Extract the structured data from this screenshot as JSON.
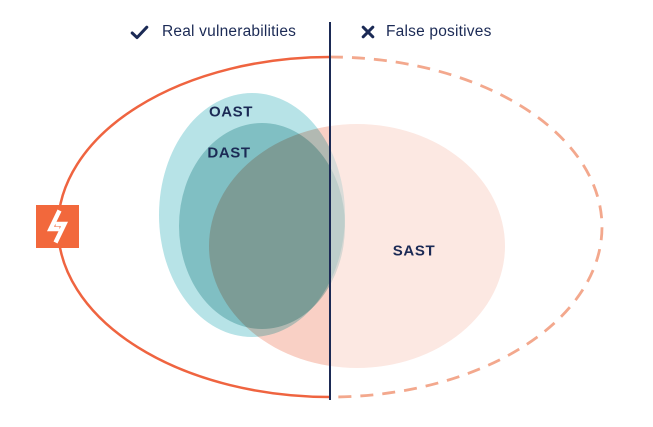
{
  "header": {
    "left": {
      "icon": "check-icon",
      "label": "Real vulnerabilities"
    },
    "right": {
      "icon": "x-icon",
      "label": "False positives"
    }
  },
  "venn": {
    "oast": {
      "label": "OAST",
      "fill": "#b7e3e7"
    },
    "dast": {
      "label": "DAST",
      "fill": "#b2d7d7"
    },
    "sast": {
      "label": "SAST",
      "fill": "#f9d0c5"
    }
  },
  "badge": {
    "icon": "lightning-icon",
    "fill": "#f2683c",
    "glyph_color": "#ffffff"
  },
  "colors": {
    "navy": "#1b2a55",
    "orange_solid": "#ef6440",
    "orange_dashed": "#f3a88d",
    "veil": "#ffffff"
  }
}
